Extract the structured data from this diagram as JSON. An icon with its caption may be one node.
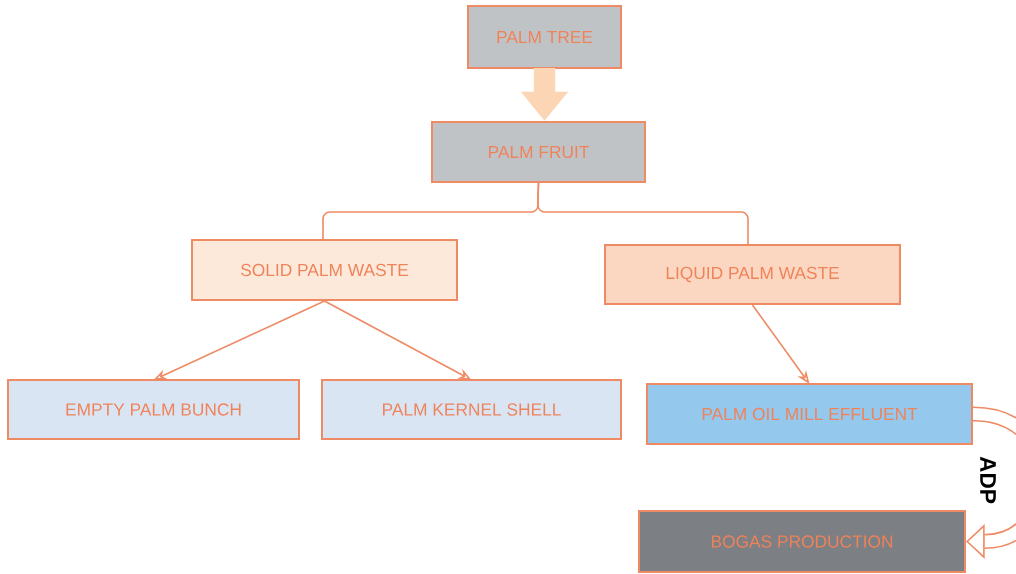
{
  "diagram": {
    "nodes": [
      {
        "text": [
          "PALM TREE"
        ]
      },
      {
        "text": [
          "PALM FRUIT"
        ]
      },
      {
        "text": [
          "SOLID PALM WASTE"
        ]
      },
      {
        "text": [
          "LIQUID PALM WASTE"
        ]
      },
      {
        "text": [
          "EMPTY PALM BUNCH"
        ]
      },
      {
        "text": [
          "PALM KERNEL SHELL"
        ]
      },
      {
        "text": [
          "PALM OIL MILL EFFLUENT"
        ]
      },
      {
        "text": [
          "BOGAS PRODUCTION"
        ]
      }
    ],
    "edges": [
      {
        "from": 0,
        "to": 1,
        "arrow": "to",
        "style": "thick",
        "color": "#fcd5b4"
      },
      {
        "from": 1,
        "to": 2,
        "arrow": "none"
      },
      {
        "from": 1,
        "to": 3,
        "arrow": "none"
      },
      {
        "from": 2,
        "to": 4,
        "arrow": "to"
      },
      {
        "from": 2,
        "to": 5,
        "arrow": "to"
      },
      {
        "from": 3,
        "to": 6,
        "arrow": "to"
      },
      {
        "from": 6,
        "to": 7,
        "arrow": "to",
        "style": "thick",
        "label": "ADP"
      }
    ]
  }
}
